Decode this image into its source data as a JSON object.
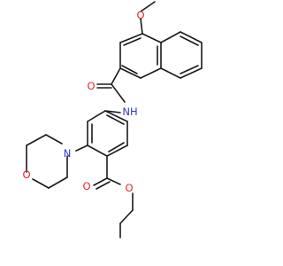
{
  "colors": {
    "bond": "#1a1a1a",
    "carbon": "#1a1a1a",
    "oxygen": "#e8212a",
    "nitrogen": "#2f33d6"
  },
  "atoms": {
    "o_methoxy": "O",
    "o_carbonyl_amide": "O",
    "nh": "NH",
    "n_morpholine": "N",
    "o_morpholine": "O",
    "o_carbonyl_ester": "O",
    "o_ester": "O"
  }
}
